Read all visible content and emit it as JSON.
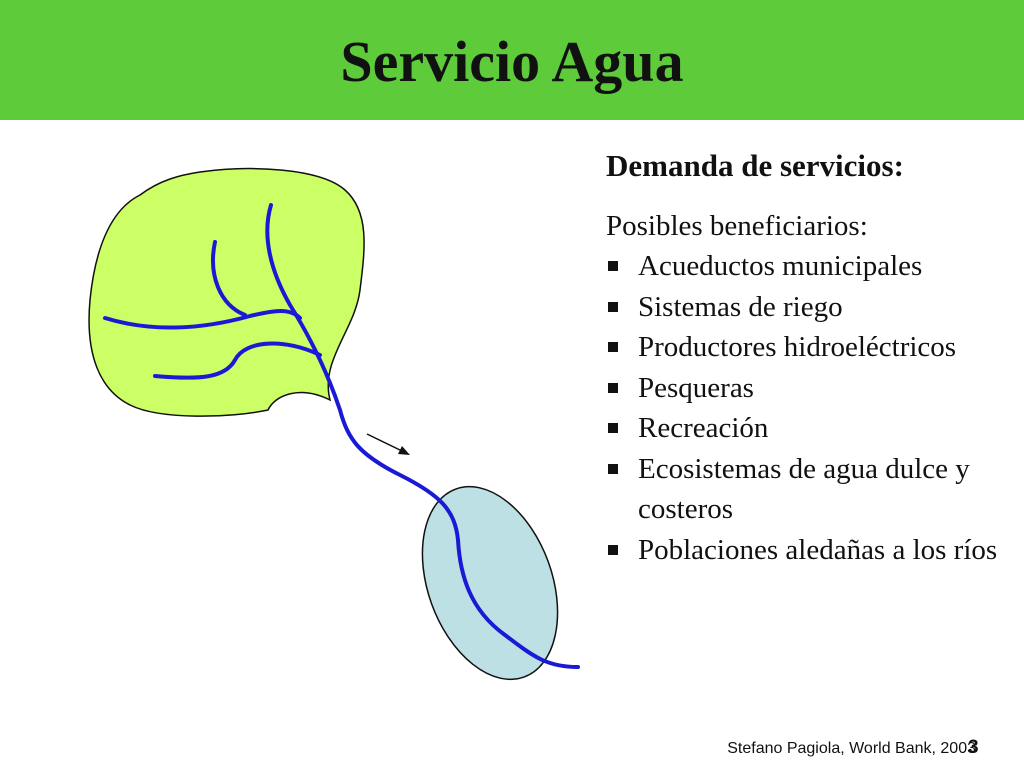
{
  "title": "Servicio Agua",
  "panel": {
    "heading": "Demanda de servicios:",
    "subheading": "Posibles beneficiarios:",
    "items": [
      "Acueductos municipales",
      "Sistemas de riego",
      "Productores hidroeléctricos",
      "Pesqueras",
      "Recreación",
      "Ecosistemas de agua dulce y costeros",
      "Poblaciones aledañas a los ríos"
    ]
  },
  "footer": {
    "credit": "Stefano Pagiola, World Bank, 2003",
    "page": "3"
  },
  "colors": {
    "title_bar": "#5ecc3a",
    "watershed": "#ccff66",
    "water_body": "#bde0e4",
    "river": "#1a1ad6"
  }
}
